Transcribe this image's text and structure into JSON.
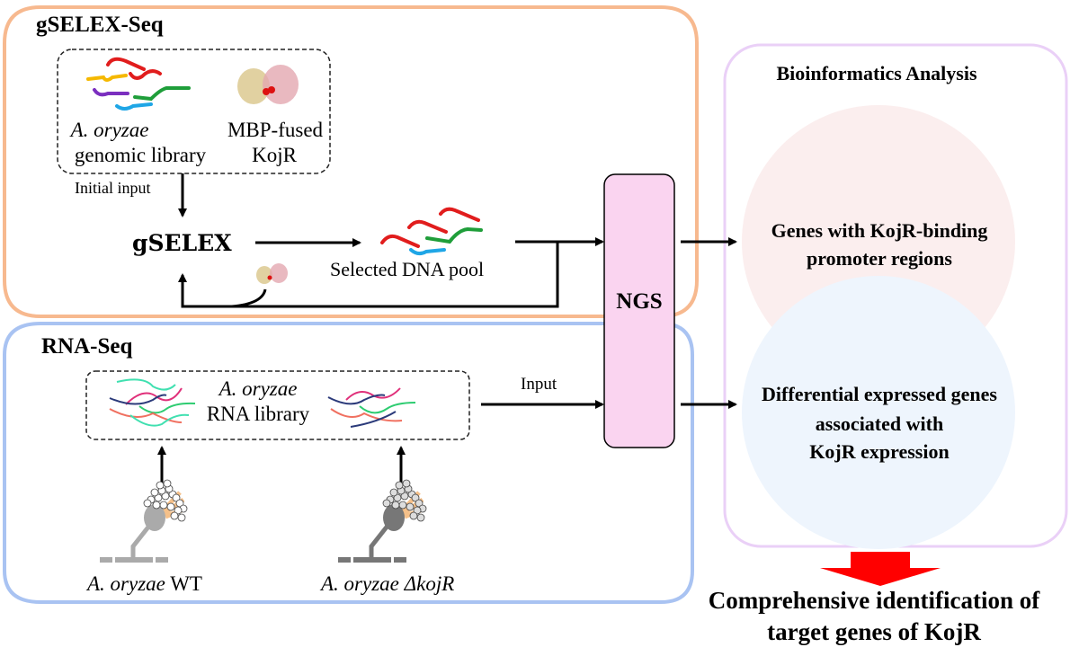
{
  "gselex_panel": {
    "title": "gSELEX-Seq",
    "border_color": "#f7b98f",
    "library_box": {
      "genomic_library_species": "A. oryzae",
      "genomic_library_label": "genomic library",
      "protein_line1": "MBP-fused",
      "protein_line2": "KojR"
    },
    "initial_input_label": "Initial input",
    "gselex_label": "gSELEX",
    "selected_pool_label": "Selected DNA pool",
    "dna_colors": [
      "#e11d1d",
      "#f5b800",
      "#7b2fbf",
      "#1f9e3a",
      "#1fa6e6"
    ]
  },
  "rnaseq_panel": {
    "title": "RNA-Seq",
    "border_color": "#a9c3f2",
    "rna_library_species": "A. oryzae",
    "rna_library_label": "RNA library",
    "input_label": "Input",
    "strain_wt_species": "A. oryzae",
    "strain_wt_suffix": "WT",
    "strain_ko_label": "A. oryzae ΔkojR",
    "rna_colors": [
      "#40e0b0",
      "#e0307a",
      "#2b3a7a",
      "#2ecc71",
      "#f07060"
    ]
  },
  "ngs": {
    "label": "NGS",
    "fill_color": "#fad4f0"
  },
  "bioinformatics_panel": {
    "title": "Bioinformatics Analysis",
    "border_color": "#ead0f7",
    "circle_top_color": "#fbeeee",
    "circle_bottom_color": "#eef5fd",
    "result_top_line1": "Genes with KojR-binding",
    "result_top_line2": "promoter regions",
    "result_bottom_line1": "Differential expressed genes",
    "result_bottom_line2": "associated with",
    "result_bottom_line3": "KojR expression"
  },
  "conclusion": {
    "arrow_color": "#ff0000",
    "line1": "Comprehensive identification of",
    "line2": "target genes of KojR"
  }
}
